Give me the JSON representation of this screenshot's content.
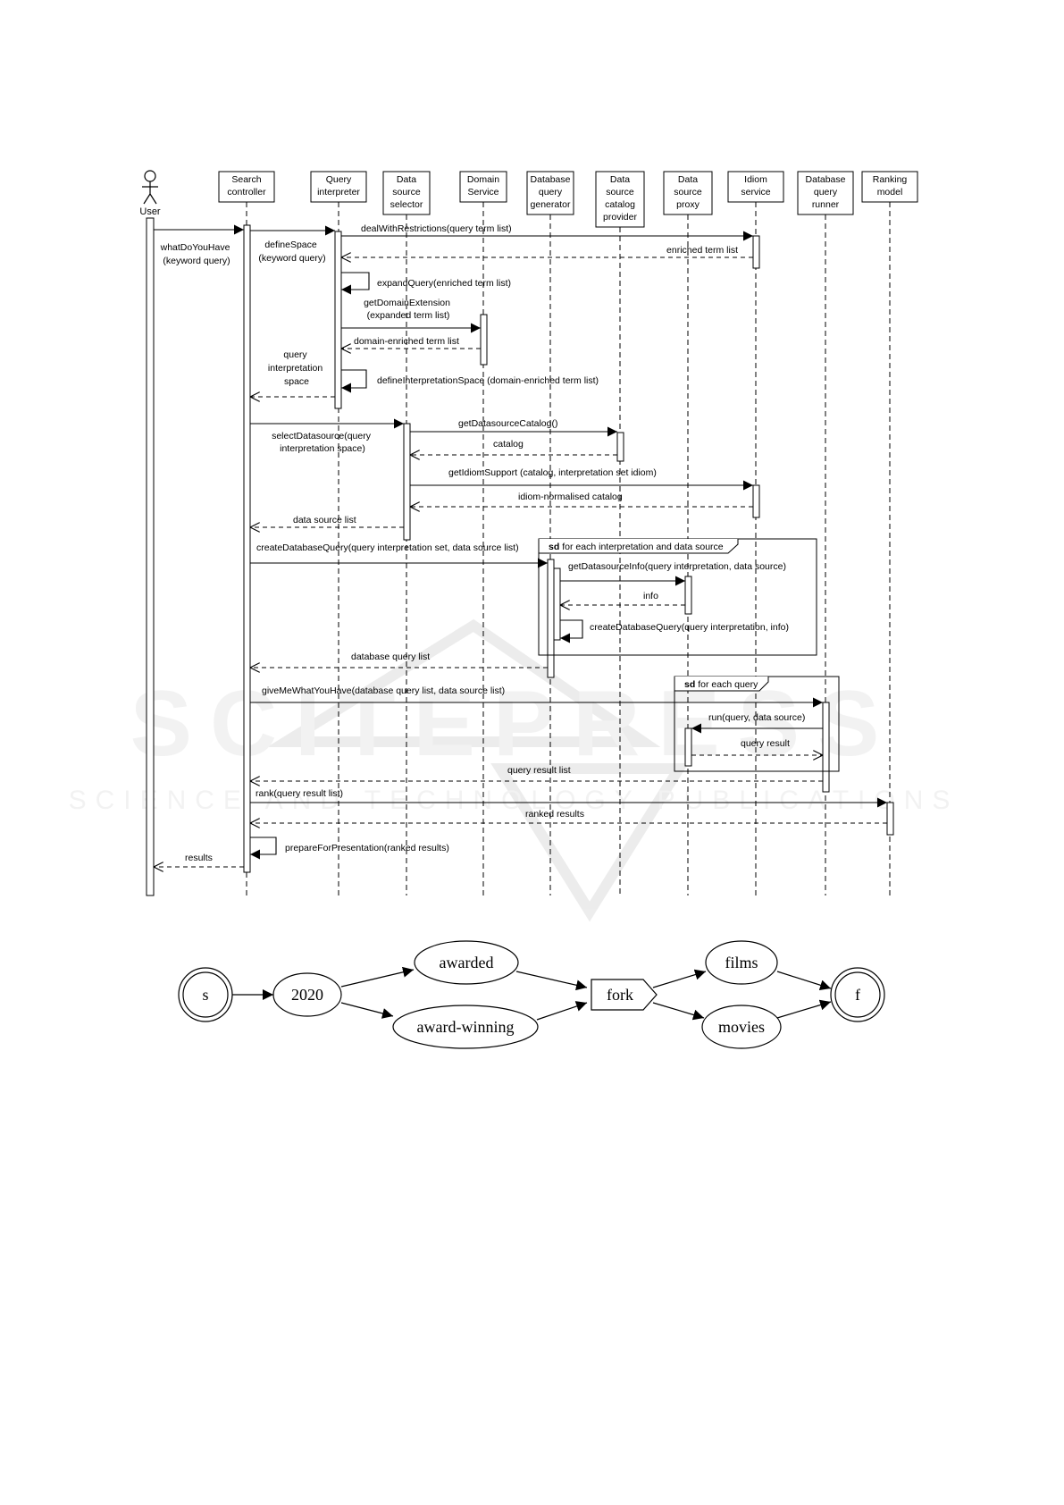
{
  "sequence": {
    "actor": "User",
    "participants": [
      {
        "id": "sc",
        "lines": [
          "Search",
          "controller"
        ]
      },
      {
        "id": "qi",
        "lines": [
          "Query",
          "interpreter"
        ]
      },
      {
        "id": "dss",
        "lines": [
          "Data",
          "source",
          "selector"
        ]
      },
      {
        "id": "dom",
        "lines": [
          "Domain",
          "Service"
        ]
      },
      {
        "id": "dqg",
        "lines": [
          "Database",
          "query",
          "generator"
        ]
      },
      {
        "id": "dcp",
        "lines": [
          "Data",
          "source",
          "catalog",
          "provider"
        ]
      },
      {
        "id": "dsp",
        "lines": [
          "Data",
          "source",
          "proxy"
        ]
      },
      {
        "id": "idm",
        "lines": [
          "Idiom",
          "service"
        ]
      },
      {
        "id": "dqr",
        "lines": [
          "Database",
          "query",
          "runner"
        ]
      },
      {
        "id": "rnk",
        "lines": [
          "Ranking",
          "model"
        ]
      }
    ],
    "messages": {
      "whatDoYouHave": [
        "whatDoYouHave",
        "(keyword query)"
      ],
      "dealWithRestrictions": "dealWithRestrictions(query term list)",
      "defineSpace": [
        "defineSpace",
        "(keyword query)"
      ],
      "enrichedTermList": "enriched term list",
      "expandQuery": "expandQuery(enriched term list)",
      "getDomainExtension": [
        "getDomainExtension",
        "(expanded term list)"
      ],
      "domainEnriched": "domain-enriched term list",
      "queryInterpretationSpace": [
        "query",
        "interpretation",
        "space"
      ],
      "defineInterpretationSpace": "defineInterpretationSpace (domain-enriched term list)",
      "getDatasourceCatalog": "getDatasourceCatalog()",
      "selectDatasource": [
        "selectDatasource(query",
        "interpretation space)"
      ],
      "catalog": "catalog",
      "getIdiomSupport": "getIdiomSupport (catalog, interpretation set idiom)",
      "idiomNormalisedCatalog": "idiom-normalised catalog",
      "dataSourceList": "data source list",
      "createDatabaseQuery": "createDatabaseQuery(query interpretation set, data source list)",
      "getDatasourceInfo": "getDatasourceInfo(query interpretation, data source)",
      "info": "info",
      "createDatabaseQuery2": "createDatabaseQuery(query interpretation, info)",
      "databaseQueryList": "database query list",
      "giveMeWhatYouHave": "giveMeWhatYouHave(database query list, data source list)",
      "run": "run(query, data source)",
      "queryResult": "query result",
      "queryResultList": "query result list",
      "rank": "rank(query result list)",
      "rankedResults": "ranked results",
      "prepareForPresentation": "prepareForPresentation(ranked results)",
      "results": "results"
    },
    "frames": {
      "frame1": {
        "keyword": "sd",
        "label": "for each interpretation and data source"
      },
      "frame2": {
        "keyword": "sd",
        "label": "for each query"
      }
    }
  },
  "graph": {
    "nodes": {
      "s": "s",
      "y2020": "2020",
      "awarded": "awarded",
      "awardWinning": "award-winning",
      "fork": "fork",
      "films": "films",
      "movies": "movies",
      "f": "f"
    }
  }
}
